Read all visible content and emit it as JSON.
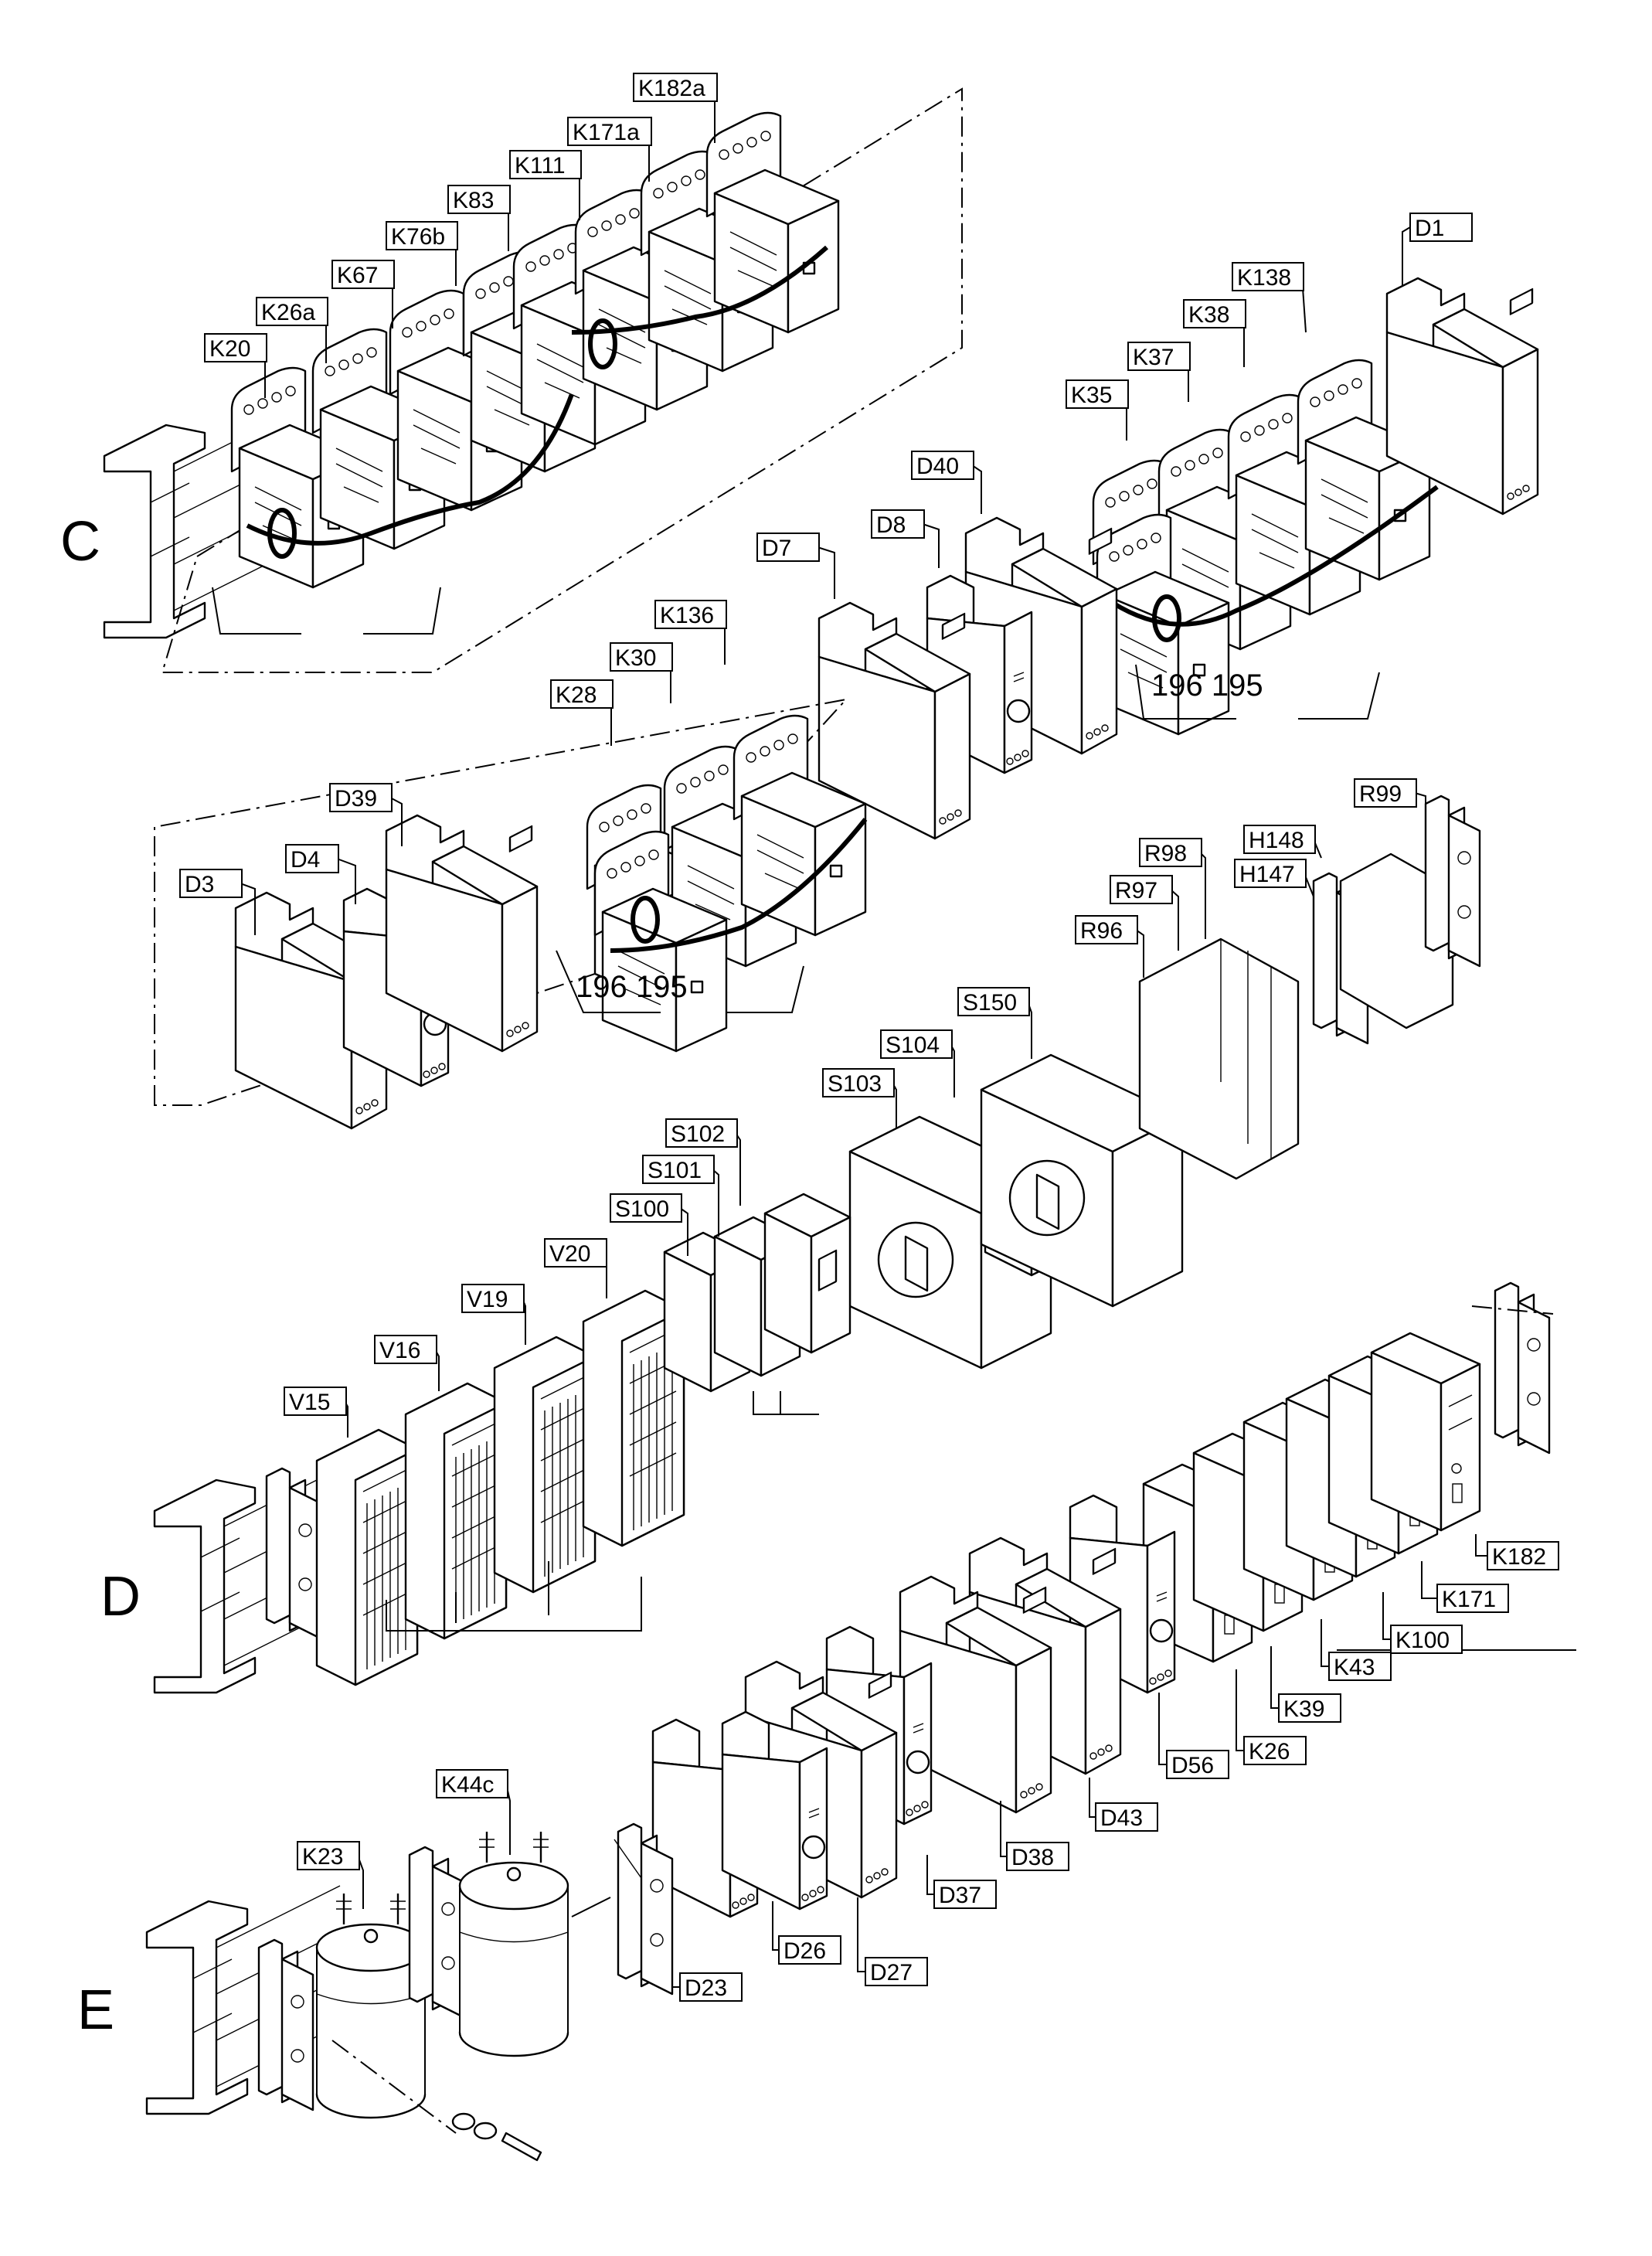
{
  "sections": {
    "c": "C",
    "d": "D",
    "e": "E"
  },
  "notes": {
    "n1": "196 195",
    "n2": "196 195"
  },
  "labels": {
    "K182a": "K182a",
    "K171a": "K171a",
    "K111": "K111",
    "K83": "K83",
    "K76b": "K76b",
    "K67": "K67",
    "K26a": "K26a",
    "K20": "K20",
    "D1": "D1",
    "K138": "K138",
    "K38": "K38",
    "K37": "K37",
    "K35": "K35",
    "D40": "D40",
    "D8": "D8",
    "D7": "D7",
    "K136": "K136",
    "K30": "K30",
    "K28": "K28",
    "D39": "D39",
    "D4": "D4",
    "D3": "D3",
    "R99": "R99",
    "H148": "H148",
    "H147": "H147",
    "R98": "R98",
    "R97": "R97",
    "R96": "R96",
    "S150": "S150",
    "S104": "S104",
    "S103": "S103",
    "S102": "S102",
    "S101": "S101",
    "S100": "S100",
    "V20": "V20",
    "V19": "V19",
    "V16": "V16",
    "V15": "V15",
    "K182": "K182",
    "K171": "K171",
    "K100": "K100",
    "K43": "K43",
    "K39": "K39",
    "K26": "K26",
    "D56": "D56",
    "D43": "D43",
    "D38": "D38",
    "D37": "D37",
    "D27": "D27",
    "D26": "D26",
    "D23": "D23",
    "K44c": "K44c",
    "K23": "K23"
  }
}
